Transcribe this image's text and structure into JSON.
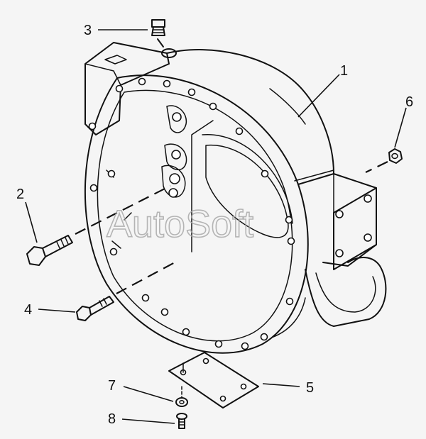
{
  "diagram": {
    "watermark": "AutoSoft",
    "callouts": [
      {
        "id": "1",
        "label": "1"
      },
      {
        "id": "2",
        "label": "2"
      },
      {
        "id": "3",
        "label": "3"
      },
      {
        "id": "4",
        "label": "4"
      },
      {
        "id": "5",
        "label": "5"
      },
      {
        "id": "6",
        "label": "6"
      },
      {
        "id": "7",
        "label": "7"
      },
      {
        "id": "8",
        "label": "8"
      }
    ],
    "colors": {
      "background": "#f5f5f5",
      "line": "#111111",
      "watermark": "#a9a9a9"
    }
  }
}
